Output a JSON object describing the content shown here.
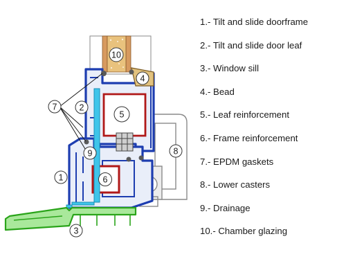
{
  "legend": [
    "1.- Tilt and slide doorframe",
    "2.- Tilt and slide door leaf",
    "3.- Window sill",
    "4.- Bead",
    "5.- Leaf reinforcement",
    "6.- Frame reinforcement",
    "7.- EPDM gaskets",
    "8.- Lower casters",
    "9.- Drainage",
    "10.- Chamber glazing"
  ],
  "callouts": [
    "1",
    "2",
    "3",
    "4",
    "5",
    "6",
    "7",
    "8",
    "9",
    "10"
  ],
  "colors": {
    "profile": "#1d3db0",
    "reinforcement": "#b01818",
    "sill": "#35b524",
    "drainage": "#3fc5ea",
    "bead": "#e2c27e",
    "glazing": "#d4975f",
    "casters": "#8a8a8a",
    "gasket": "#444444"
  }
}
